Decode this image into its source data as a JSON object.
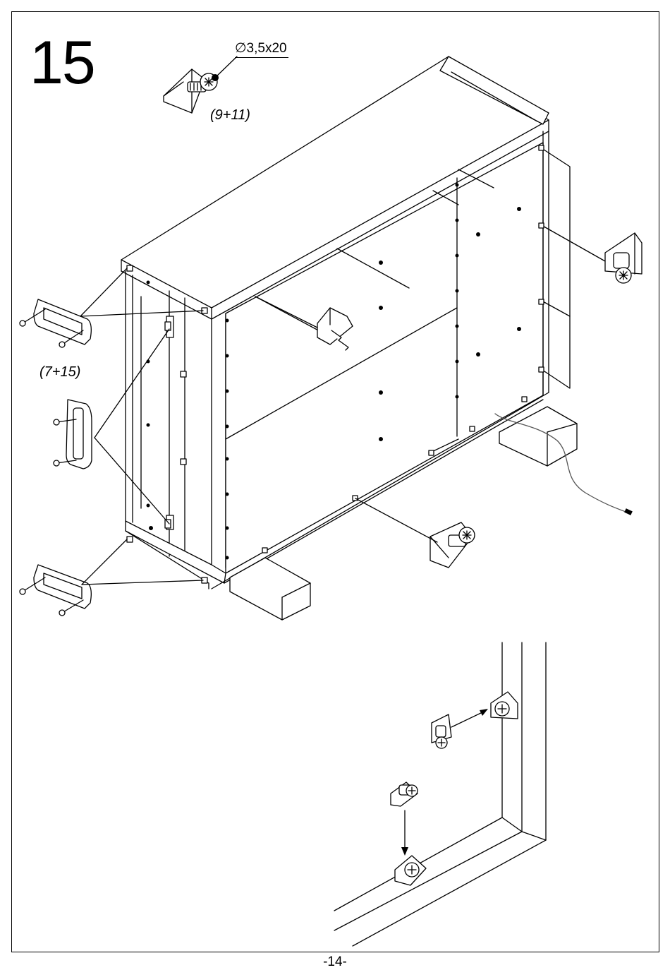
{
  "step": {
    "number": "15"
  },
  "hardware": {
    "screw_spec": "∅3,5x20",
    "top_group_label": "(9+11)",
    "side_group_label": "(7+15)"
  },
  "footer": {
    "page_number": "-14-"
  },
  "icons": [
    "corner-bracket-icon",
    "screw-icon",
    "connector-plate-icon",
    "mounting-clip-icon",
    "arrow-icon"
  ]
}
